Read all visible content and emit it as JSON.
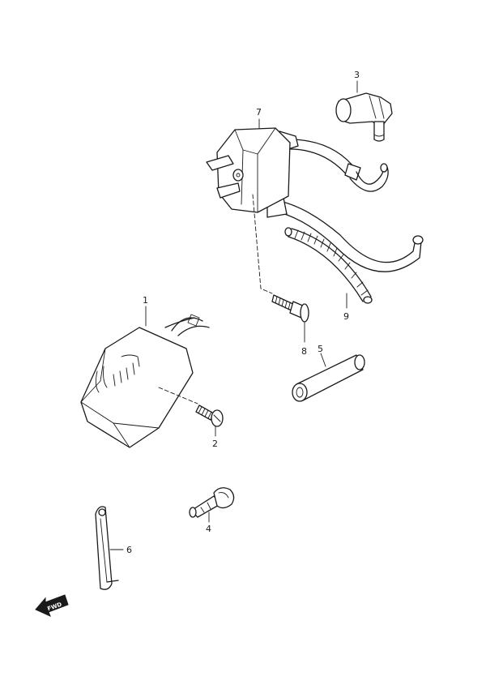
{
  "callouts": {
    "p1": "1",
    "p2": "2",
    "p3": "3",
    "p4": "4",
    "p5": "5",
    "p6": "6",
    "p7": "7",
    "p8": "8",
    "p9": "9"
  },
  "direction_marker": {
    "text": "FWD",
    "icon": "forward-arrow-icon"
  },
  "colors": {
    "line": "#1a1a1a",
    "background": "#ffffff"
  }
}
